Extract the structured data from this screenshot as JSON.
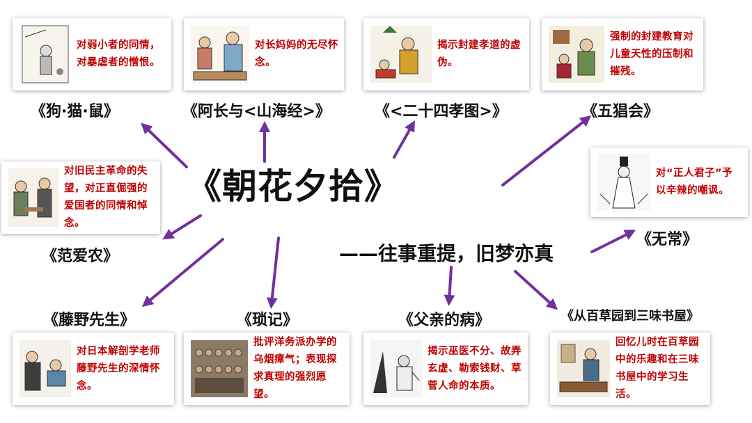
{
  "center": {
    "title": "《朝花夕拾》",
    "subtitle": "——往事重提，旧梦亦真"
  },
  "accent_color": "#7030a0",
  "text_color": "#c00000",
  "nodes": [
    {
      "id": "gou-mao-shu",
      "title": "《狗·猫·鼠》",
      "desc": "对弱小者的同情，对暴虐者的憎恨。",
      "icon": "illustration-icon"
    },
    {
      "id": "a-chang",
      "title": "《阿长与<山海经>》",
      "desc": "对长妈妈的无尽怀念。",
      "icon": "illustration-icon"
    },
    {
      "id": "ershisi-xiao",
      "title": "《<二十四孝图>》",
      "desc": "揭示封建孝道的虚伪。",
      "icon": "illustration-icon"
    },
    {
      "id": "wuchang-hui",
      "title": "《五猖会》",
      "desc": "强制的封建教育对儿童天性的压制和摧残。",
      "icon": "illustration-icon"
    },
    {
      "id": "wuchang",
      "title": "《无常》",
      "desc": "对“正人君子”予以辛辣的嘲讽。",
      "icon": "illustration-icon"
    },
    {
      "id": "fan-ainong",
      "title": "《范爱农》",
      "desc": "对旧民主革命的失望，对正直倔强的爱国者的同情和悼念。",
      "icon": "illustration-icon"
    },
    {
      "id": "tengye",
      "title": "《藤野先生》",
      "desc": "对日本解剖学老师藤野先生的深情怀念。",
      "icon": "illustration-icon"
    },
    {
      "id": "suoji",
      "title": "《琐记》",
      "desc": "批评洋务派办学的乌烟瘴气；表现探求真理的强烈愿望。",
      "icon": "illustration-icon"
    },
    {
      "id": "fuqin",
      "title": "《父亲的病》",
      "desc": "揭示巫医不分、故弄玄虚、勒索钱财、草菅人命的本质。",
      "icon": "illustration-icon"
    },
    {
      "id": "baicao",
      "title": "《从百草园到三味书屋》",
      "desc": "回忆儿时在百草园中的乐趣和在三味书屋中的学习生活。",
      "icon": "illustration-icon"
    }
  ]
}
